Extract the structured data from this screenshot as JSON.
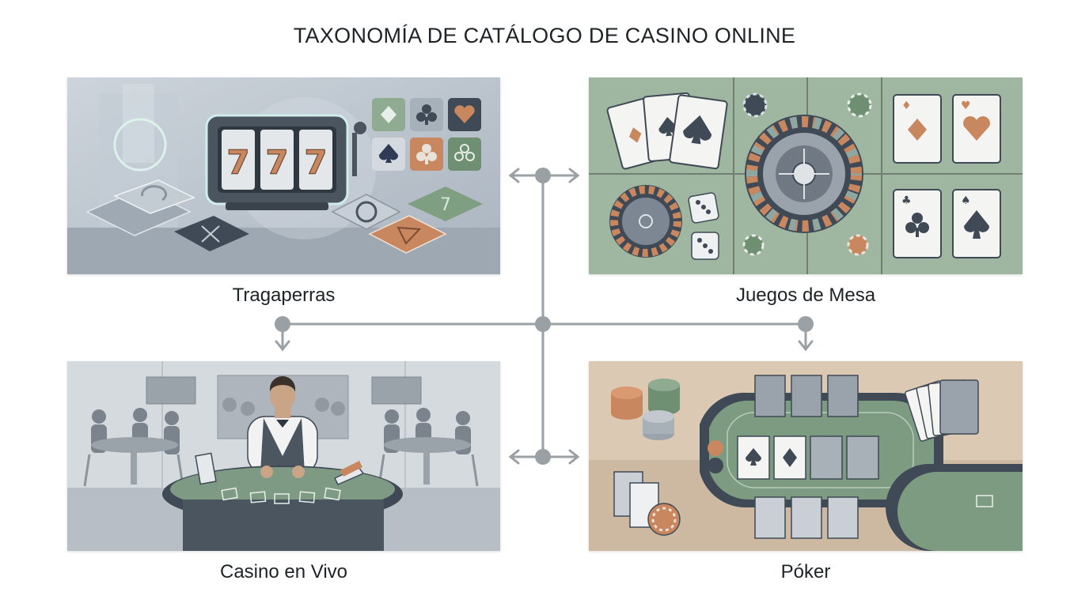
{
  "title": "TAXONOMÍA DE CATÁLOGO DE CASINO ONLINE",
  "categories": [
    {
      "label": "Tragaperras",
      "symbol": "777"
    },
    {
      "label": "Juegos de Mesa"
    },
    {
      "label": "Casino en Vivo"
    },
    {
      "label": "Póker"
    }
  ],
  "colors": {
    "connector": "#9aa0a4",
    "slots_bg": "#b9c2cb",
    "table_bg": "#9fb7a0",
    "live_bg": "#cfd4d8",
    "poker_bg": "#dcc9b3",
    "felt": "#6f8f72",
    "accent_orange": "#c9875f",
    "dark_slate": "#3f4a56"
  },
  "icons": [
    "diamond-icon",
    "club-icon",
    "heart-icon",
    "spade-icon",
    "slot-machine-icon",
    "roulette-icon",
    "dice-icon",
    "chip-icon",
    "dealer-icon",
    "card-table-icon"
  ]
}
